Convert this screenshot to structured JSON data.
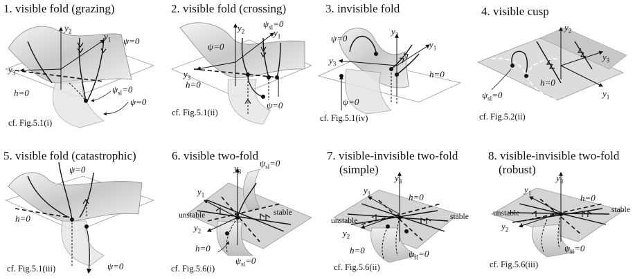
{
  "panels": [
    {
      "title": "1. visible fold (grazing)",
      "cf": "cf. Fig.5.1(i)",
      "labels": {
        "y1": "y",
        "y1s": "1",
        "y2": "y",
        "y2s": "2",
        "y3": "y",
        "y3s": "3",
        "psi": "ψ=0",
        "psi2": "ψ=0",
        "psisl": "ψ",
        "psisl_s": "sl",
        "psisl_e": "=0",
        "h": "h=0"
      }
    },
    {
      "title": "2. visible fold (crossing)",
      "cf": "cf. Fig.5.1(ii)",
      "labels": {
        "y1": "y",
        "y1s": "1",
        "y2": "y",
        "y2s": "2",
        "y3": "y",
        "y3s": "3",
        "psi": "ψ=0",
        "psi2": "ψ=0",
        "psisl": "ψ",
        "psisl_s": "sl",
        "psisl_e": "=0",
        "h": "h=0"
      }
    },
    {
      "title": "3. invisible fold",
      "cf": "cf. Fig.5.1(iv)",
      "labels": {
        "y1": "y",
        "y1s": "1",
        "y2": "y",
        "y2s": "2",
        "y3": "y",
        "y3s": "3",
        "psi": "ψ=0",
        "psi2": "ψ=0",
        "h": "h=0"
      }
    },
    {
      "title": "4. visible cusp",
      "cf": "cf. Fig.5.2(ii)",
      "labels": {
        "y1": "y",
        "y1s": "1",
        "y2": "y",
        "y2s": "2",
        "y3": "y",
        "y3s": "3",
        "psisl": "ψ",
        "psisl_s": "sl",
        "psisl_e": "=0",
        "h": "h=0"
      }
    },
    {
      "title": "5. visible fold (catastrophic)",
      "cf": "cf. Fig.5.1(iii)",
      "labels": {
        "psi": "ψ=0",
        "psi2": "ψ=0",
        "h": "h=0"
      }
    },
    {
      "title": "6. visible two-fold",
      "cf": "cf. Fig.5.6(i)",
      "labels": {
        "y1": "y",
        "y1s": "1",
        "y2": "y",
        "y2s": "2",
        "y3": "y",
        "y3s": "3",
        "psisl": "ψ",
        "psisl_s": "sl",
        "psisl_e": "=0",
        "psisl2": "ψ",
        "psisl2_s": "sl",
        "psisl2_e": "=0",
        "h": "h=0",
        "unstable": "unstable",
        "stable": "stable"
      }
    },
    {
      "title": "7. visible-invisible two-fold",
      "subtitle": "(simple)",
      "cf": "cf. Fig.5.6(ii)",
      "labels": {
        "y1": "y",
        "y1s": "1",
        "y2": "y",
        "y2s": "2",
        "y3": "y",
        "y3s": "3",
        "psisl": "ψ",
        "psisl_s": "sl",
        "psisl_e": "=0",
        "h": "h=0",
        "h2": "h=0",
        "unstable": "unstable",
        "stable": "stable"
      }
    },
    {
      "title": "8. visible-invisible two-fold",
      "subtitle": "(robust)",
      "cf": "cf. Fig.5.6(iii)",
      "labels": {
        "y1": "y",
        "y1s": "1",
        "y2": "y",
        "y2s": "2",
        "y3": "y",
        "y3s": "3",
        "psisl": "ψ",
        "psisl_s": "sl",
        "psisl_e": "=0",
        "h": "h=0",
        "unstable": "unstable",
        "stable": "stable"
      }
    }
  ]
}
